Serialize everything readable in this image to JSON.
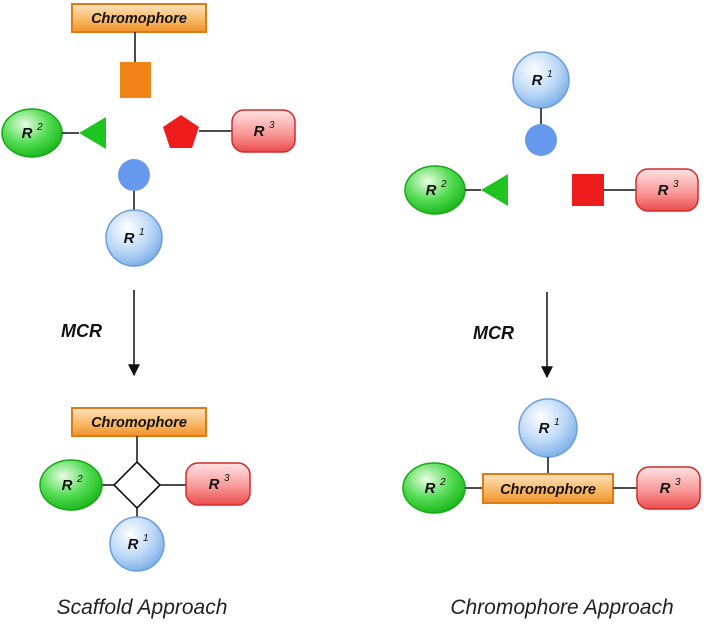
{
  "labels": {
    "chromophore": "Chromophore",
    "r1": "R",
    "r1_sup": "1",
    "r2": "R",
    "r2_sup": "2",
    "r3": "R",
    "r3_sup": "3",
    "mcr": "MCR"
  },
  "captions": {
    "left": "Scaffold Approach",
    "right": "Chromophore Approach"
  },
  "colors": {
    "chromophore_fill": "#f7a84a",
    "chromophore_border": "#e07b14",
    "orange_square": "#f08418",
    "green_fill": "#35d135",
    "green_triangle": "#1fc41f",
    "red_fill": "#f26a6a",
    "red_shape": "#ee1c1c",
    "blue_fill": "#a8cdf5",
    "blue_dot": "#6699ee"
  }
}
